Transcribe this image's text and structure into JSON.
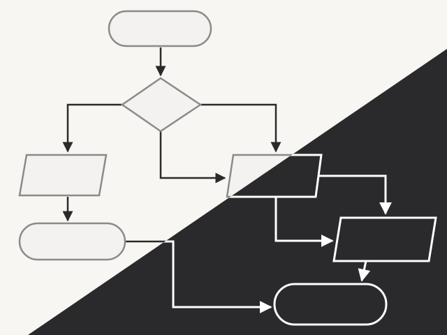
{
  "diagram": {
    "type": "flowchart",
    "nodes": [
      {
        "id": "start",
        "shape": "terminator",
        "label": ""
      },
      {
        "id": "decision",
        "shape": "decision",
        "label": ""
      },
      {
        "id": "io-left",
        "shape": "data",
        "label": ""
      },
      {
        "id": "io-right",
        "shape": "data",
        "label": ""
      },
      {
        "id": "end-left",
        "shape": "terminator",
        "label": ""
      },
      {
        "id": "io-lower-right",
        "shape": "data",
        "label": ""
      },
      {
        "id": "end-right",
        "shape": "terminator",
        "label": ""
      }
    ],
    "edges": [
      {
        "from": "start",
        "to": "decision"
      },
      {
        "from": "decision",
        "to": "io-left"
      },
      {
        "from": "decision",
        "to": "io-right"
      },
      {
        "from": "decision",
        "to": "io-right"
      },
      {
        "from": "io-left",
        "to": "end-left"
      },
      {
        "from": "io-right",
        "to": "io-lower-right"
      },
      {
        "from": "io-right",
        "to": "io-lower-right"
      },
      {
        "from": "io-lower-right",
        "to": "end-right"
      },
      {
        "from": "end-left",
        "to": "end-right"
      }
    ]
  },
  "theme": {
    "light_background": "#f8f6f3",
    "dark_background": "#2a2a2c",
    "light_shape_fill": "#f3f2f1",
    "light_shape_stroke": "#8a8a8a",
    "light_arrow": "#2a2a2a",
    "dark_shape_fill": "#2a2a2c",
    "dark_shape_stroke": "#ffffff",
    "dark_arrow": "#ffffff"
  }
}
